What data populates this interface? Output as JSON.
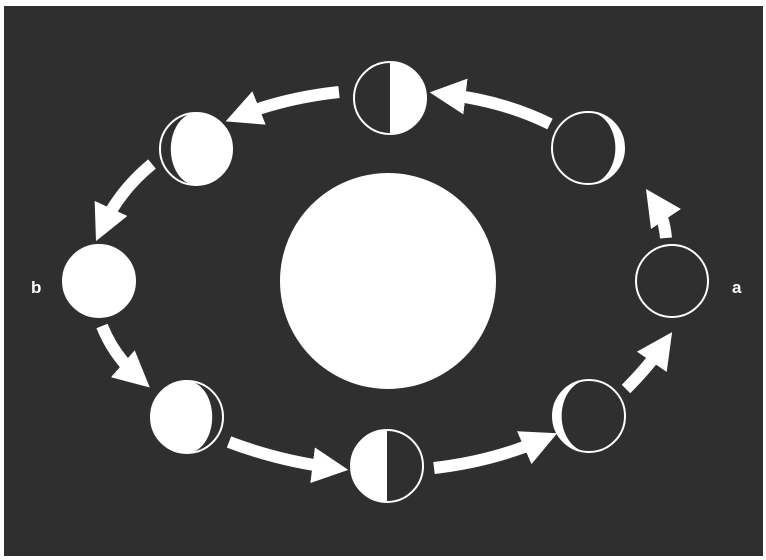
{
  "colors": {
    "background": "#2f2f2f",
    "light": "#ffffff",
    "outline": "#ffffff"
  },
  "labels": {
    "b": "b",
    "a": "a"
  },
  "central_body": {
    "shape": "circle",
    "fill": "white"
  },
  "orbit": {
    "direction": "counter-clockwise",
    "arrow_count": 8
  },
  "phases": [
    {
      "id": "a",
      "lit_fraction": 0.0,
      "lit_side": "none"
    },
    {
      "id": "upper-right",
      "lit_fraction": 0.12,
      "lit_side": "right"
    },
    {
      "id": "top",
      "lit_fraction": 0.5,
      "lit_side": "right"
    },
    {
      "id": "upper-left",
      "lit_fraction": 0.85,
      "lit_side": "right"
    },
    {
      "id": "b",
      "lit_fraction": 1.0,
      "lit_side": "full"
    },
    {
      "id": "lower-left",
      "lit_fraction": 0.85,
      "lit_side": "left"
    },
    {
      "id": "bottom",
      "lit_fraction": 0.5,
      "lit_side": "left"
    },
    {
      "id": "lower-right",
      "lit_fraction": 0.12,
      "lit_side": "left"
    }
  ]
}
